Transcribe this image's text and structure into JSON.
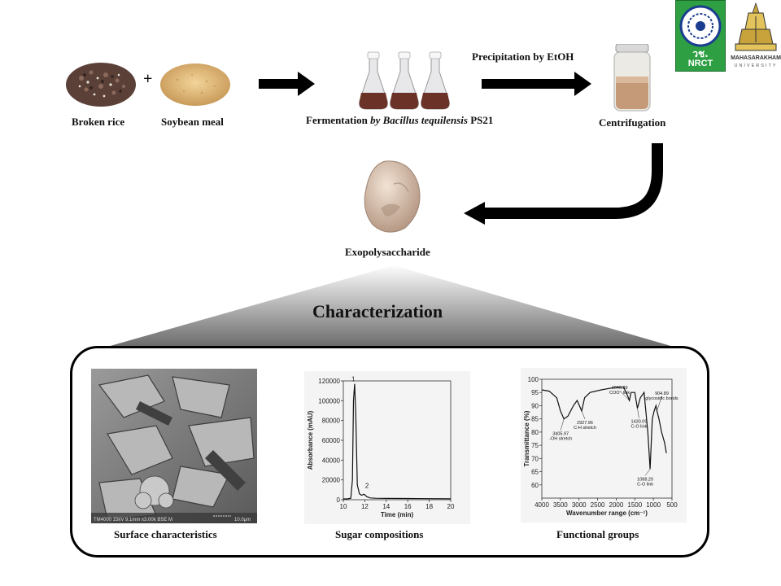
{
  "process": {
    "broken_rice": "Broken rice",
    "plus": "+",
    "soybean_meal": "Soybean meal",
    "fermentation_prefix": "Fermentation ",
    "fermentation_organism": "by Bacillus tequilensis",
    "fermentation_suffix": " PS21",
    "precipitation": "Precipitation by EtOH",
    "centrifugation": "Centrifugation",
    "exopolysaccharide": "Exopolysaccharide"
  },
  "logos": {
    "nrct_top": "วช.",
    "nrct_bottom": "NRCT",
    "msu_name": "MAHASARAKHAM",
    "msu_sub": "UNIVERSITY"
  },
  "characterization": {
    "title": "Characterization",
    "panels": [
      {
        "caption": "Surface characteristics",
        "sem_info": "TM4000 15kV 9.1mm x3.00k BSE M",
        "scale_bar": "10.0μm"
      },
      {
        "caption": "Sugar compositions"
      },
      {
        "caption": "Functional groups"
      }
    ]
  },
  "colors": {
    "arrow": "#000000",
    "nrct_green": "#2ea043",
    "msu_gold": "#c8a23a"
  },
  "chart_data": [
    {
      "type": "line",
      "xlabel": "Time (min)",
      "ylabel": "Absorbance (mAU)",
      "xlim": [
        10,
        20
      ],
      "ylim": [
        0,
        120000
      ],
      "xticks": [
        10,
        12,
        14,
        16,
        18,
        20
      ],
      "yticks": [
        0,
        20000,
        40000,
        60000,
        80000,
        100000,
        120000
      ],
      "x": [
        10.0,
        10.4,
        10.7,
        10.85,
        10.95,
        11.05,
        11.15,
        11.3,
        11.5,
        11.7,
        11.9,
        12.0,
        12.2,
        12.5,
        13.0,
        14.0,
        16.0,
        18.0,
        20.0
      ],
      "y": [
        800,
        900,
        1500,
        20000,
        100000,
        117000,
        90000,
        15000,
        6000,
        4500,
        5500,
        5000,
        3000,
        1800,
        1500,
        1300,
        1200,
        1100,
        1000
      ],
      "peaks": [
        {
          "label": "1",
          "x": 11.0,
          "y": 117000
        },
        {
          "label": "2",
          "x": 11.9,
          "y": 5500
        }
      ]
    },
    {
      "type": "line",
      "xlabel": "Wavenumber range (cm⁻¹)",
      "ylabel": "Transmittance (%)",
      "xlim": [
        4000,
        500
      ],
      "ylim": [
        55,
        100
      ],
      "xticks": [
        4000,
        3500,
        3000,
        2500,
        2000,
        1500,
        1000,
        500
      ],
      "yticks": [
        60,
        65,
        70,
        75,
        80,
        85,
        90,
        95,
        100
      ],
      "x": [
        4000,
        3800,
        3600,
        3500,
        3405.97,
        3300,
        3150,
        3050,
        2927.96,
        2850,
        2700,
        2400,
        2000,
        1800,
        1700,
        1646.39,
        1600,
        1500,
        1430.09,
        1350,
        1250,
        1150,
        1088.2,
        1030,
        980,
        930,
        904.89,
        850,
        780,
        700,
        650
      ],
      "y": [
        96,
        95.5,
        93,
        88,
        85,
        86,
        90,
        92,
        88,
        93,
        95,
        96,
        97,
        97,
        94,
        92,
        95,
        95,
        89,
        93,
        95,
        80,
        66,
        85,
        88,
        90,
        88,
        85,
        80,
        76,
        72
      ],
      "annotations": [
        {
          "value": "3405.97",
          "label": "-OH stretch",
          "x": 3405.97,
          "y": 85
        },
        {
          "value": "2927.96",
          "label": "C-H stretch",
          "x": 2927.96,
          "y": 88
        },
        {
          "value": "1646.39",
          "label": "COO⁻ link",
          "x": 1646.39,
          "y": 92
        },
        {
          "value": "1430.09",
          "label": "C-O link",
          "x": 1430.09,
          "y": 89
        },
        {
          "value": "1088.20",
          "label": "C-O link",
          "x": 1088.2,
          "y": 66
        },
        {
          "value": "904.89",
          "label": "glycosidic bonds",
          "x": 904.89,
          "y": 88
        }
      ]
    }
  ]
}
